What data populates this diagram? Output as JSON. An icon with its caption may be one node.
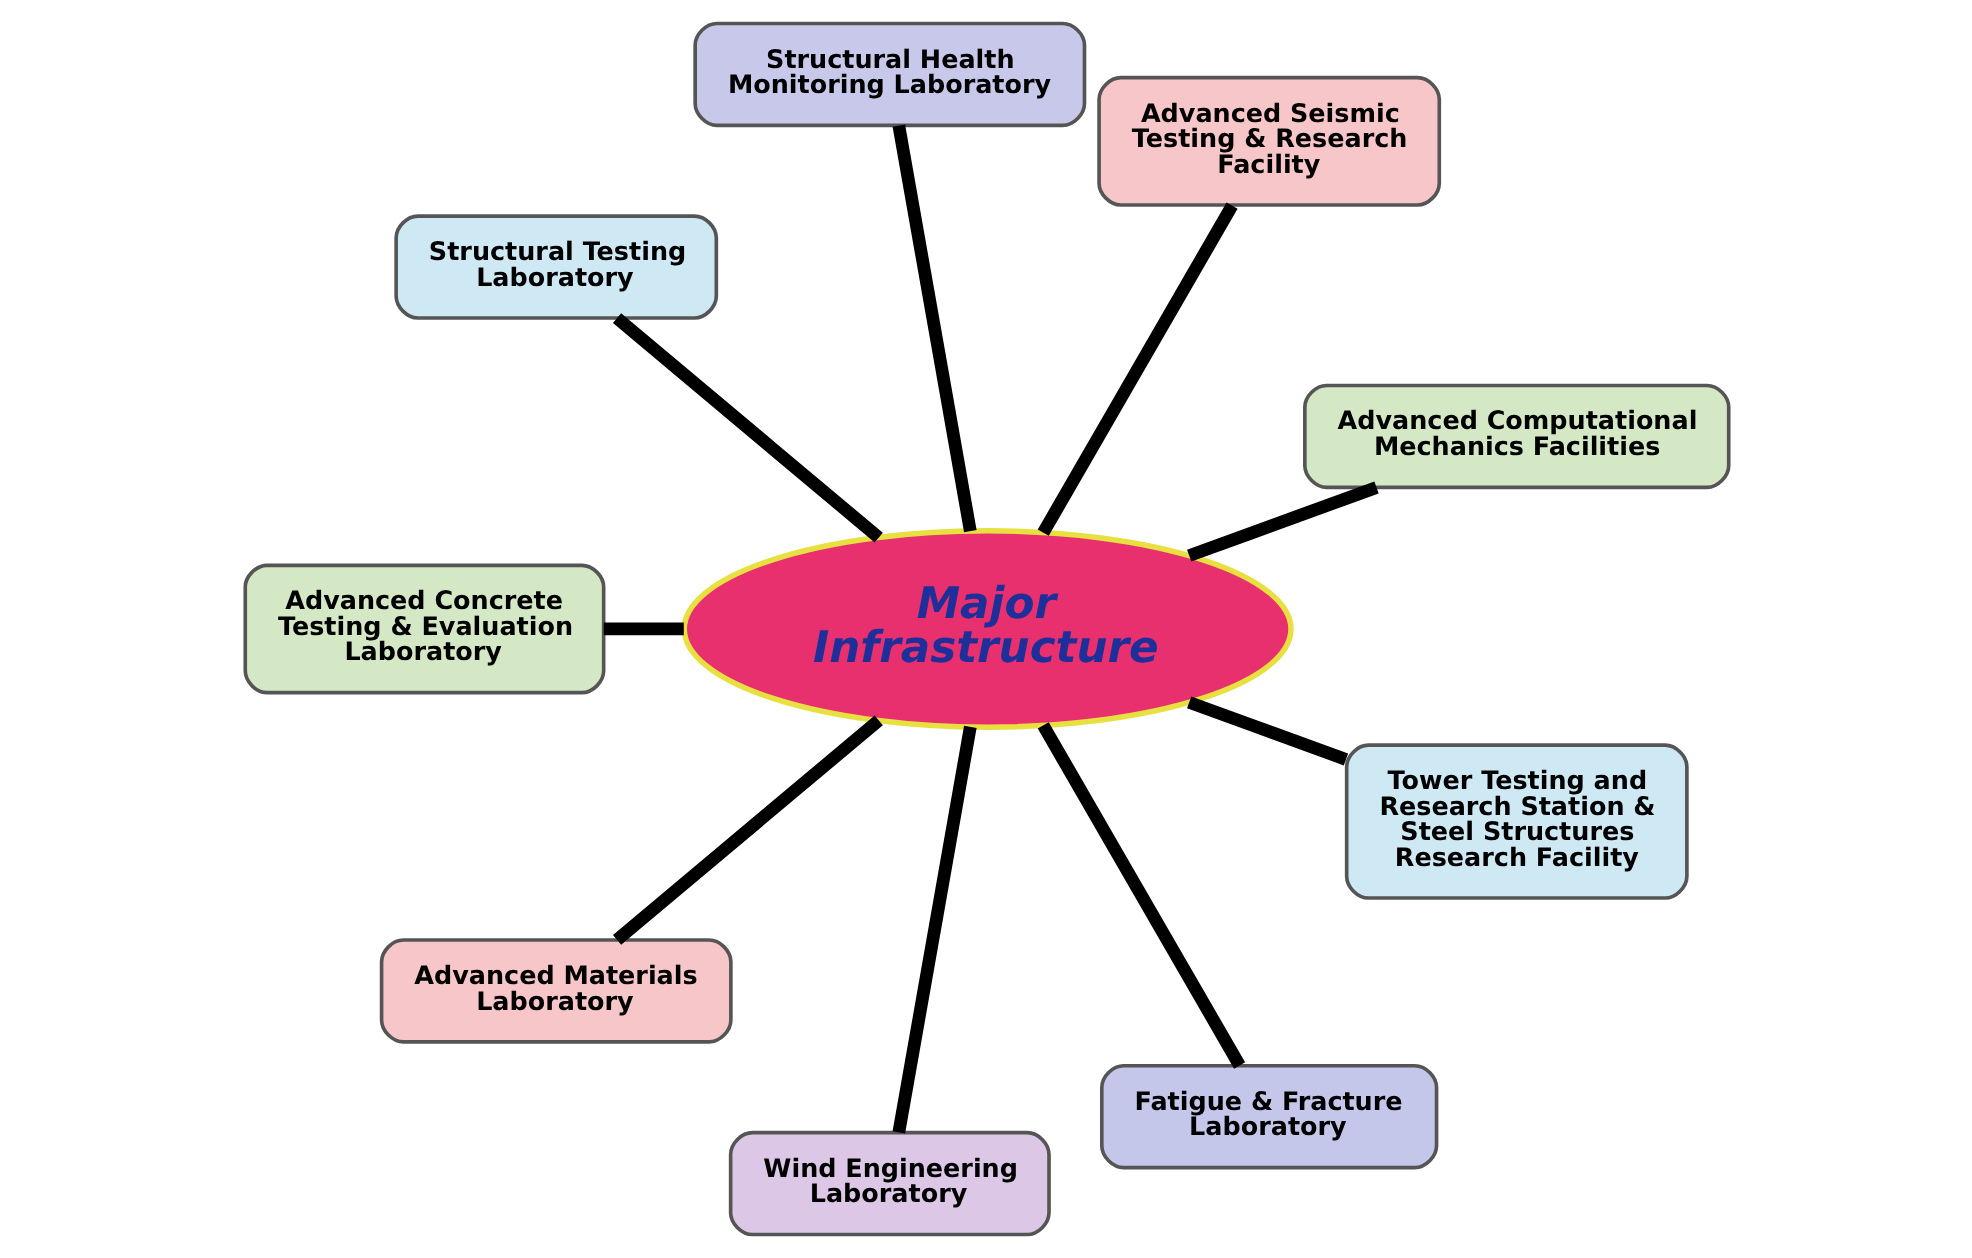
{
  "diagram": {
    "nodes": [
      {
        "text": [
          "Major Infrastructure"
        ]
      },
      {
        "text": [
          "Structural Health Monitoring Laboratory"
        ]
      },
      {
        "text": [
          "Advanced Seismic Testing & Research Facility"
        ]
      },
      {
        "text": [
          "Advanced Computational Mechanics Facilities"
        ]
      },
      {
        "text": [
          "Tower Testing and Research Station & Steel Structures Research Facility"
        ]
      },
      {
        "text": [
          "Fatigue & Fracture Laboratory"
        ]
      },
      {
        "text": [
          "Wind Engineering Laboratory"
        ]
      },
      {
        "text": [
          "Advanced Materials Laboratory"
        ]
      },
      {
        "text": [
          "Advanced Concrete Testing & Evaluation Laboratory"
        ]
      },
      {
        "text": [
          "Structural Testing Laboratory"
        ]
      }
    ],
    "edges": [
      {
        "from": 0,
        "to": 1,
        "arrow": "none"
      },
      {
        "from": 0,
        "to": 2,
        "arrow": "none"
      },
      {
        "from": 0,
        "to": 3,
        "arrow": "none"
      },
      {
        "from": 0,
        "to": 4,
        "arrow": "none"
      },
      {
        "from": 0,
        "to": 5,
        "arrow": "none"
      },
      {
        "from": 0,
        "to": 6,
        "arrow": "none"
      },
      {
        "from": 0,
        "to": 7,
        "arrow": "none"
      },
      {
        "from": 0,
        "to": 8,
        "arrow": "none"
      },
      {
        "from": 0,
        "to": 9,
        "arrow": "none"
      }
    ]
  }
}
